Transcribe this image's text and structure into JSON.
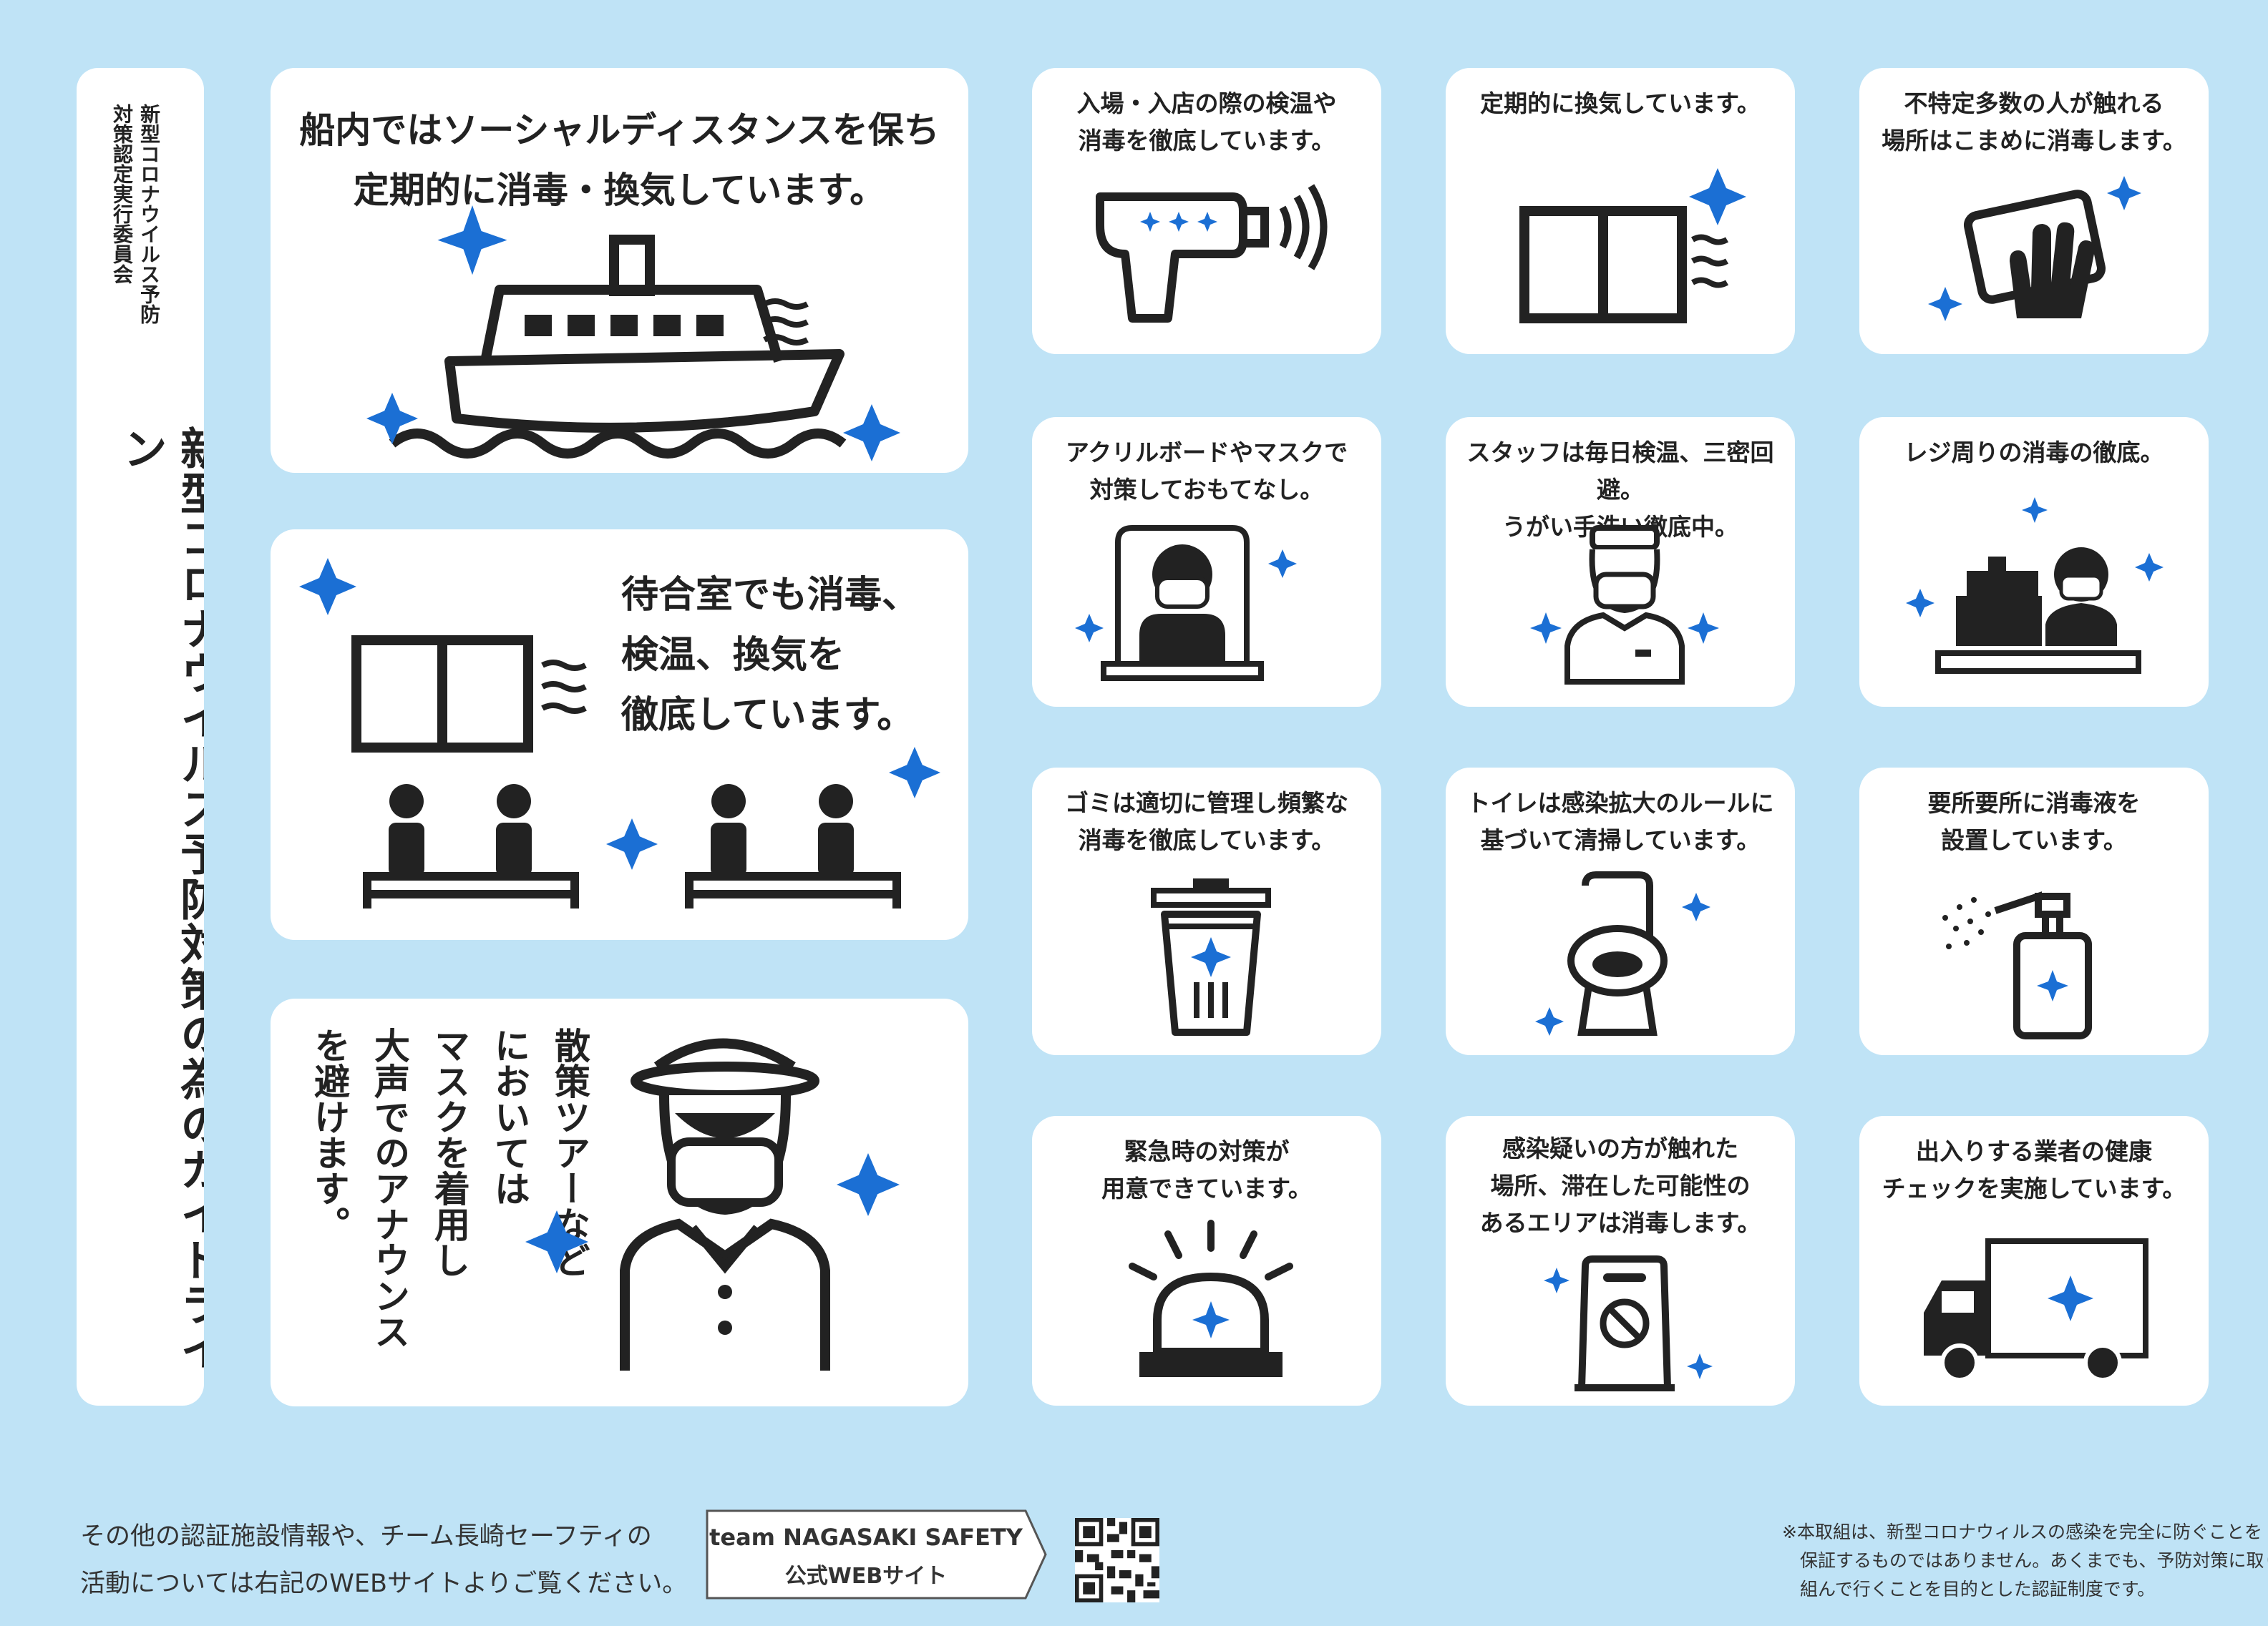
{
  "organization": "新型コロナウイルス予防\n対策認定実行委員会",
  "main_title": "新型コロナウイルス予防対策の為のガイドライン",
  "feature_ship": "船内ではソーシャルディスタンスを保ち\n定期的に消毒・換気しています。",
  "feature_waiting": "待合室でも消毒、\n検温、換気を\n徹底しています。",
  "feature_tour": "散策ツアーなど\nにおいては\nマスクを着用し\n大声でのアナウンス\nを避けます。",
  "cards": [
    {
      "text": "入場・入店の際の検温や\n消毒を徹底しています。",
      "icon": "thermometer-gun-icon"
    },
    {
      "text": "定期的に換気しています。",
      "icon": "window-ventilation-icon"
    },
    {
      "text": "不特定多数の人が触れる\n場所はこまめに消毒します。",
      "icon": "hand-wiping-icon"
    },
    {
      "text": "アクリルボードやマスクで\n対策しておもてなし。",
      "icon": "acrylic-board-icon"
    },
    {
      "text": "スタッフは毎日検温、三密回避。\nうがい手洗い徹底中。",
      "icon": "staff-masked-icon"
    },
    {
      "text": "レジ周りの消毒の徹底。",
      "icon": "cash-register-icon"
    },
    {
      "text": "ゴミは適切に管理し頻繁な\n消毒を徹底しています。",
      "icon": "trash-can-icon"
    },
    {
      "text": "トイレは感染拡大のルールに\n基づいて清掃しています。",
      "icon": "toilet-icon"
    },
    {
      "text": "要所要所に消毒液を\n設置しています。",
      "icon": "sanitizer-spray-icon"
    },
    {
      "text": "緊急時の対策が\n用意できています。",
      "icon": "emergency-light-icon"
    },
    {
      "text": "感染疑いの方が触れた\n場所、滞在した可能性の\nあるエリアは消毒します。",
      "icon": "no-entry-sign-icon"
    },
    {
      "text": "出入りする業者の健康\nチェックを実施しています。",
      "icon": "delivery-truck-icon"
    }
  ],
  "footer": {
    "info": "その他の認証施設情報や、チーム長崎セーフティの\n活動については右記のWEBサイトよりご覧ください。",
    "site_name": "team NAGASAKI SAFETY",
    "site_sub": "公式WEBサイト",
    "disclaimer": "※本取組は、新型コロナウィルスの感染を完全に防ぐことを\n　保証するものではありません。あくまでも、予防対策に取り\n　組んで行くことを目的とした認証制度です。"
  },
  "colors": {
    "background": "#bfe3f6",
    "card": "#ffffff",
    "accent_blue": "#1b6fd4",
    "ink": "#222222"
  }
}
